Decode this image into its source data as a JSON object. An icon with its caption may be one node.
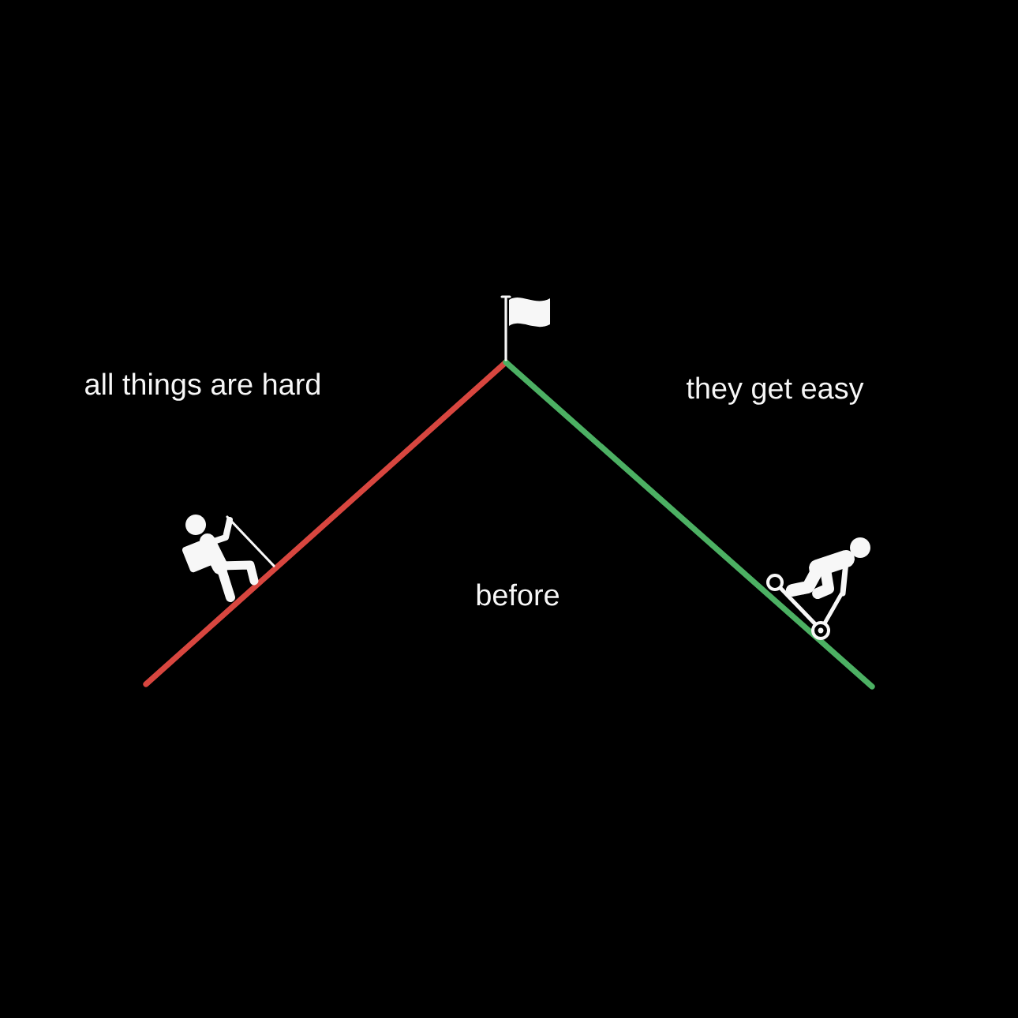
{
  "diagram": {
    "labels": [
      "all things are hard",
      "they get easy",
      "before"
    ]
  }
}
